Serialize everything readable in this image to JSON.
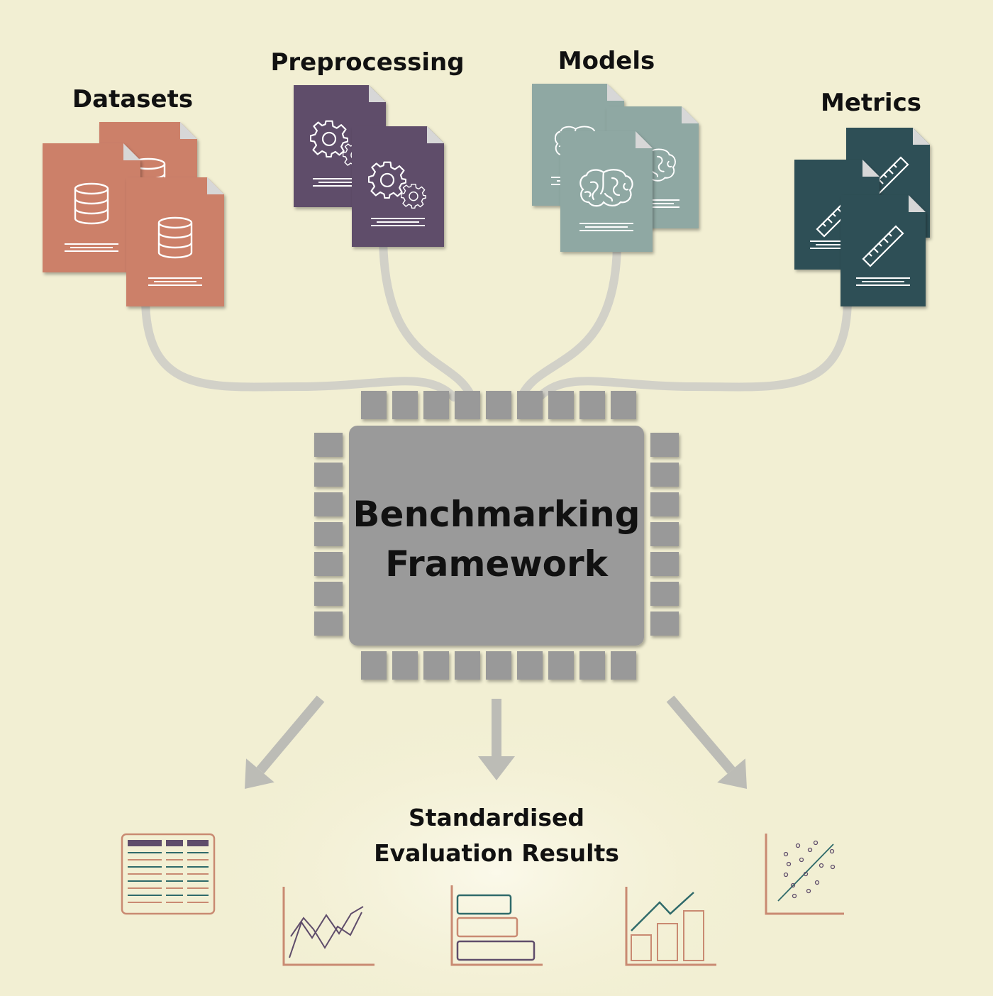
{
  "diagram": {
    "inputs": [
      {
        "id": "datasets",
        "label": "Datasets",
        "icon": "database-icon",
        "color": "#cc8069"
      },
      {
        "id": "preprocessing",
        "label": "Preprocessing",
        "icon": "gears-icon",
        "color": "#5f4d6b"
      },
      {
        "id": "models",
        "label": "Models",
        "icon": "brain-icon",
        "color": "#8fa8a3"
      },
      {
        "id": "metrics",
        "label": "Metrics",
        "icon": "ruler-icon",
        "color": "#2f4f57"
      }
    ],
    "core": {
      "line1": "Benchmarking",
      "line2": "Framework",
      "color": "#9a9a9a"
    },
    "output": {
      "line1": "Standardised",
      "line2": "Evaluation Results",
      "icons": [
        "table-icon",
        "line-chart-icon",
        "horizontal-bar-chart-icon",
        "bar-line-chart-icon",
        "scatter-plot-icon"
      ]
    },
    "colors": {
      "background": "#f2efd3",
      "connector": "#d2d1c8",
      "arrow": "#bcbcb6",
      "result_icon": "#c98a72",
      "result_accent": "#5f4d6b",
      "result_teal": "#2f6a6a"
    }
  }
}
